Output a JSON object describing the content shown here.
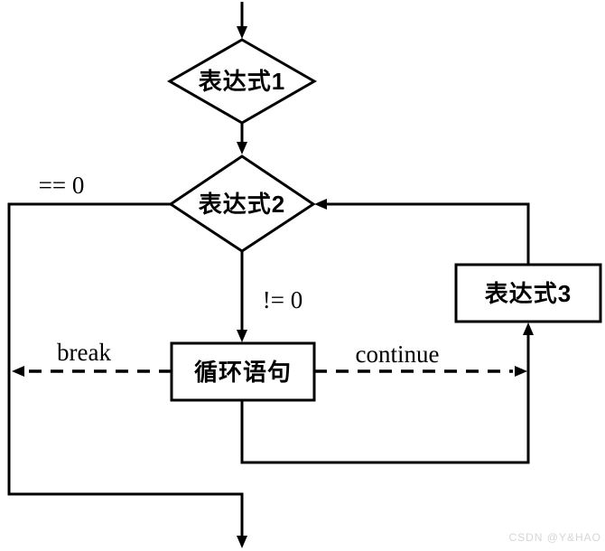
{
  "diagram": {
    "title": "loop-control-flowchart",
    "nodes": {
      "decision1": {
        "label": "表达式1",
        "type": "decision"
      },
      "decision2": {
        "label": "表达式2",
        "type": "decision"
      },
      "loop_body": {
        "label": "循环语句",
        "type": "process"
      },
      "expr3": {
        "label": "表达式3",
        "type": "process"
      }
    },
    "edge_labels": {
      "eq_zero": "== 0",
      "neq_zero": "!= 0",
      "break": "break",
      "continue": "continue"
    },
    "colors": {
      "stroke": "#000000",
      "background": "#ffffff",
      "watermark": "#d6d6d6"
    },
    "watermark": "CSDN @Y&HAO"
  }
}
